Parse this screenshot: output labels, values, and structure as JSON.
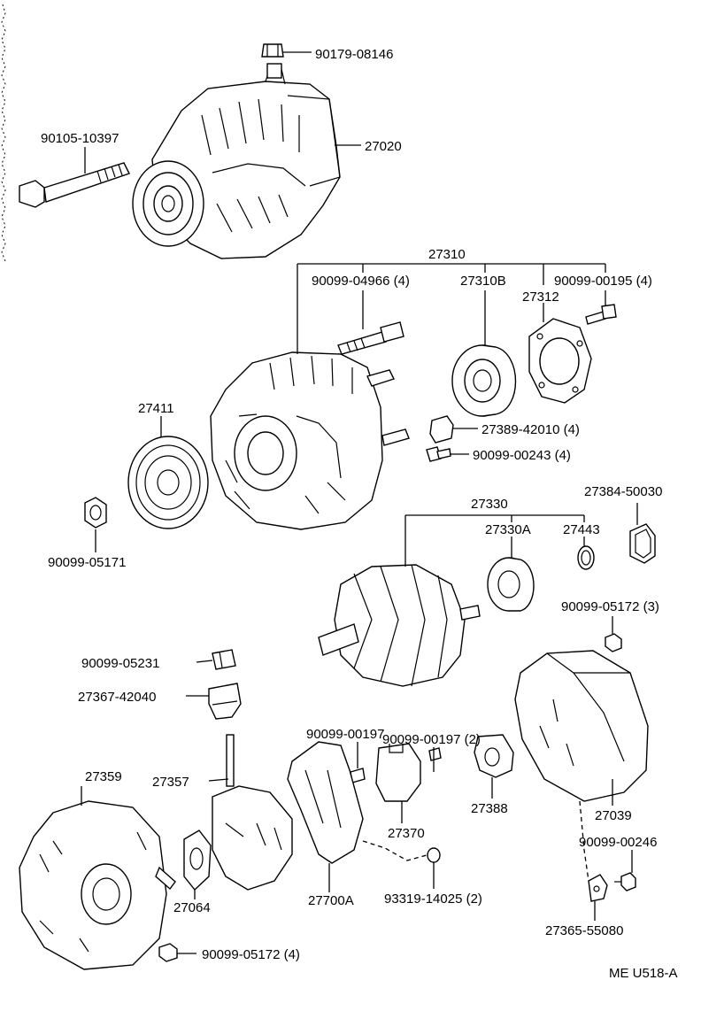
{
  "labels": {
    "p90179_08146": "90179-08146",
    "p90105_10397": "90105-10397",
    "p27020": "27020",
    "p27310": "27310",
    "p90099_04966": "90099-04966 (4)",
    "p27310B": "27310B",
    "p27312": "27312",
    "p90099_00195": "90099-00195 (4)",
    "p27411": "27411",
    "p27389_42010": "27389-42010 (4)",
    "p90099_00243": "90099-00243 (4)",
    "p90099_05171": "90099-05171",
    "p27330": "27330",
    "p27330A": "27330A",
    "p27443": "27443",
    "p27384_50030": "27384-50030",
    "p90099_05172_3": "90099-05172 (3)",
    "p90099_05231": "90099-05231",
    "p27367_42040": "27367-42040",
    "p90099_00197_2": "90099-00197 (2)",
    "p90099_00197": "90099-00197",
    "p27359": "27359",
    "p27357": "27357",
    "p27388": "27388",
    "p27039": "27039",
    "p27370": "27370",
    "p90099_00246": "90099-00246",
    "p27064": "27064",
    "p27700A": "27700A",
    "p93319_14025": "93319-14025 (2)",
    "p27365_55080": "27365-55080",
    "p90099_05172_4": "90099-05172 (4)",
    "footer_code": "ME U518-A"
  }
}
